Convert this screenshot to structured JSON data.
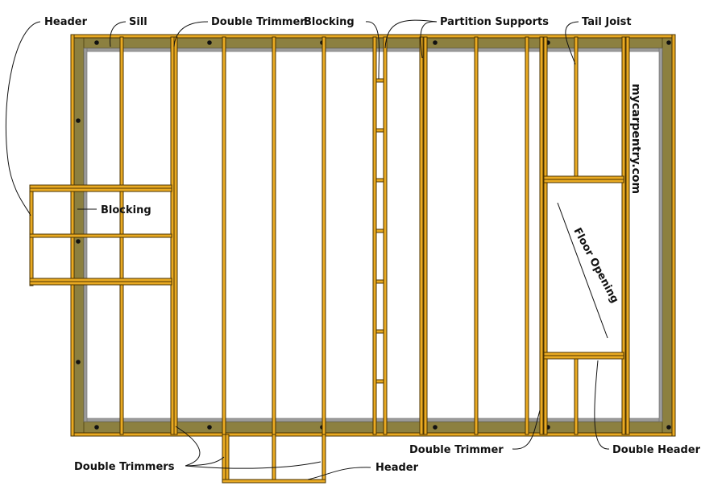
{
  "labels": {
    "header_top": "Header",
    "sill": "Sill",
    "double_trimmer_top": "Double Trimmer",
    "blocking_top": "Blocking",
    "partition_supports": "Partition Supports",
    "tail_joist": "Tail Joist",
    "blocking_left": "Blocking",
    "floor_opening": "Floor Opening",
    "double_trimmer_bottom": "Double Trimmer",
    "double_header": "Double Header",
    "double_trimmers": "Double Trimmers",
    "header_bottom": "Header"
  },
  "watermark": "mycarpentry.com",
  "colors": {
    "lumber": "#E9AA22",
    "sill": "#8C8040",
    "foundation": "#9c9c9c"
  }
}
